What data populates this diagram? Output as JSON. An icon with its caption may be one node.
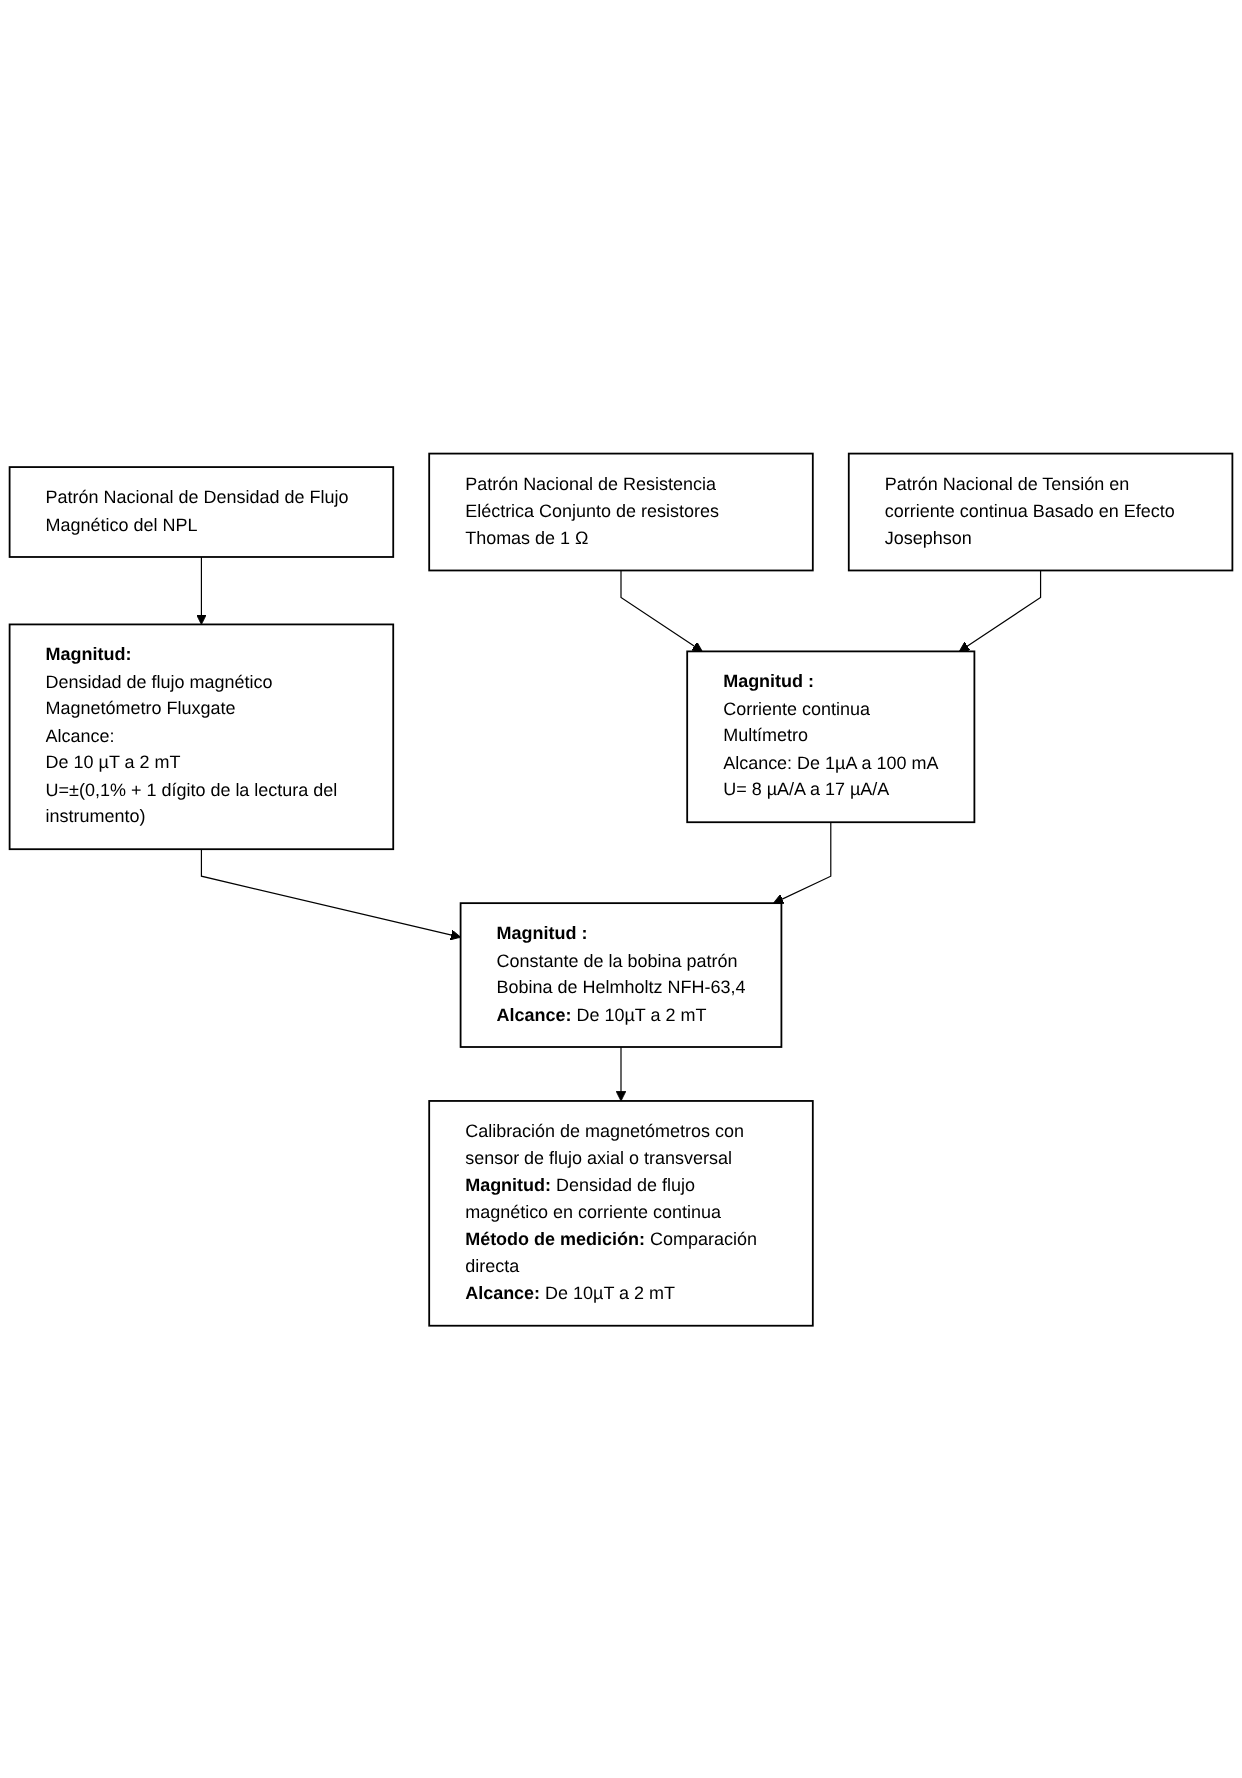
{
  "diagram": {
    "nodes": [
      {
        "text": [
          "Patrón Nacional de Densidad de Flujo Magnético del NPL"
        ]
      },
      {
        "text": [
          "Magnitud:",
          "Densidad de flujo magnético",
          "Magnetómetro Fluxgate",
          "Alcance:",
          "De 10 µT a 2 mT",
          "U=±(0,1% + 1 dígito de la lectura del instrumento)"
        ]
      },
      {
        "text": [
          "Patrón Nacional de Resistencia Eléctrica Conjunto de resistores Thomas de 1 Ω"
        ]
      },
      {
        "text": [
          "Patrón Nacional de Tensión en corriente continua Basado en Efecto Josephson"
        ]
      },
      {
        "text": [
          "Magnitud :",
          "Corriente continua",
          "Multímetro",
          "Alcance: De 1µA a 100 mA",
          "U= 8 µA/A a 17 µA/A"
        ]
      },
      {
        "text": [
          "Magnitud :",
          "Constante de la bobina patrón",
          "Bobina de Helmholtz NFH-63,4",
          "**Alcance:** De 10µT a 2 mT"
        ]
      },
      {
        "text": [
          "Calibración de magnetómetros con sensor de flujo axial o transversal",
          "**Magnitud:** Densidad de flujo magnético en corriente continua",
          "**Método de medición:** Comparación directa",
          "**Alcance:** De 10µT a 2 mT"
        ]
      }
    ],
    "edges": [
      {
        "from": 0,
        "to": 1,
        "arrow": "to"
      },
      {
        "from": 2,
        "to": 4,
        "arrow": "to"
      },
      {
        "from": 3,
        "to": 4,
        "arrow": "to"
      },
      {
        "from": 1,
        "to": 5,
        "arrow": "to"
      },
      {
        "from": 4,
        "to": 5,
        "arrow": "to"
      },
      {
        "from": 5,
        "to": 6,
        "arrow": "to"
      }
    ]
  }
}
